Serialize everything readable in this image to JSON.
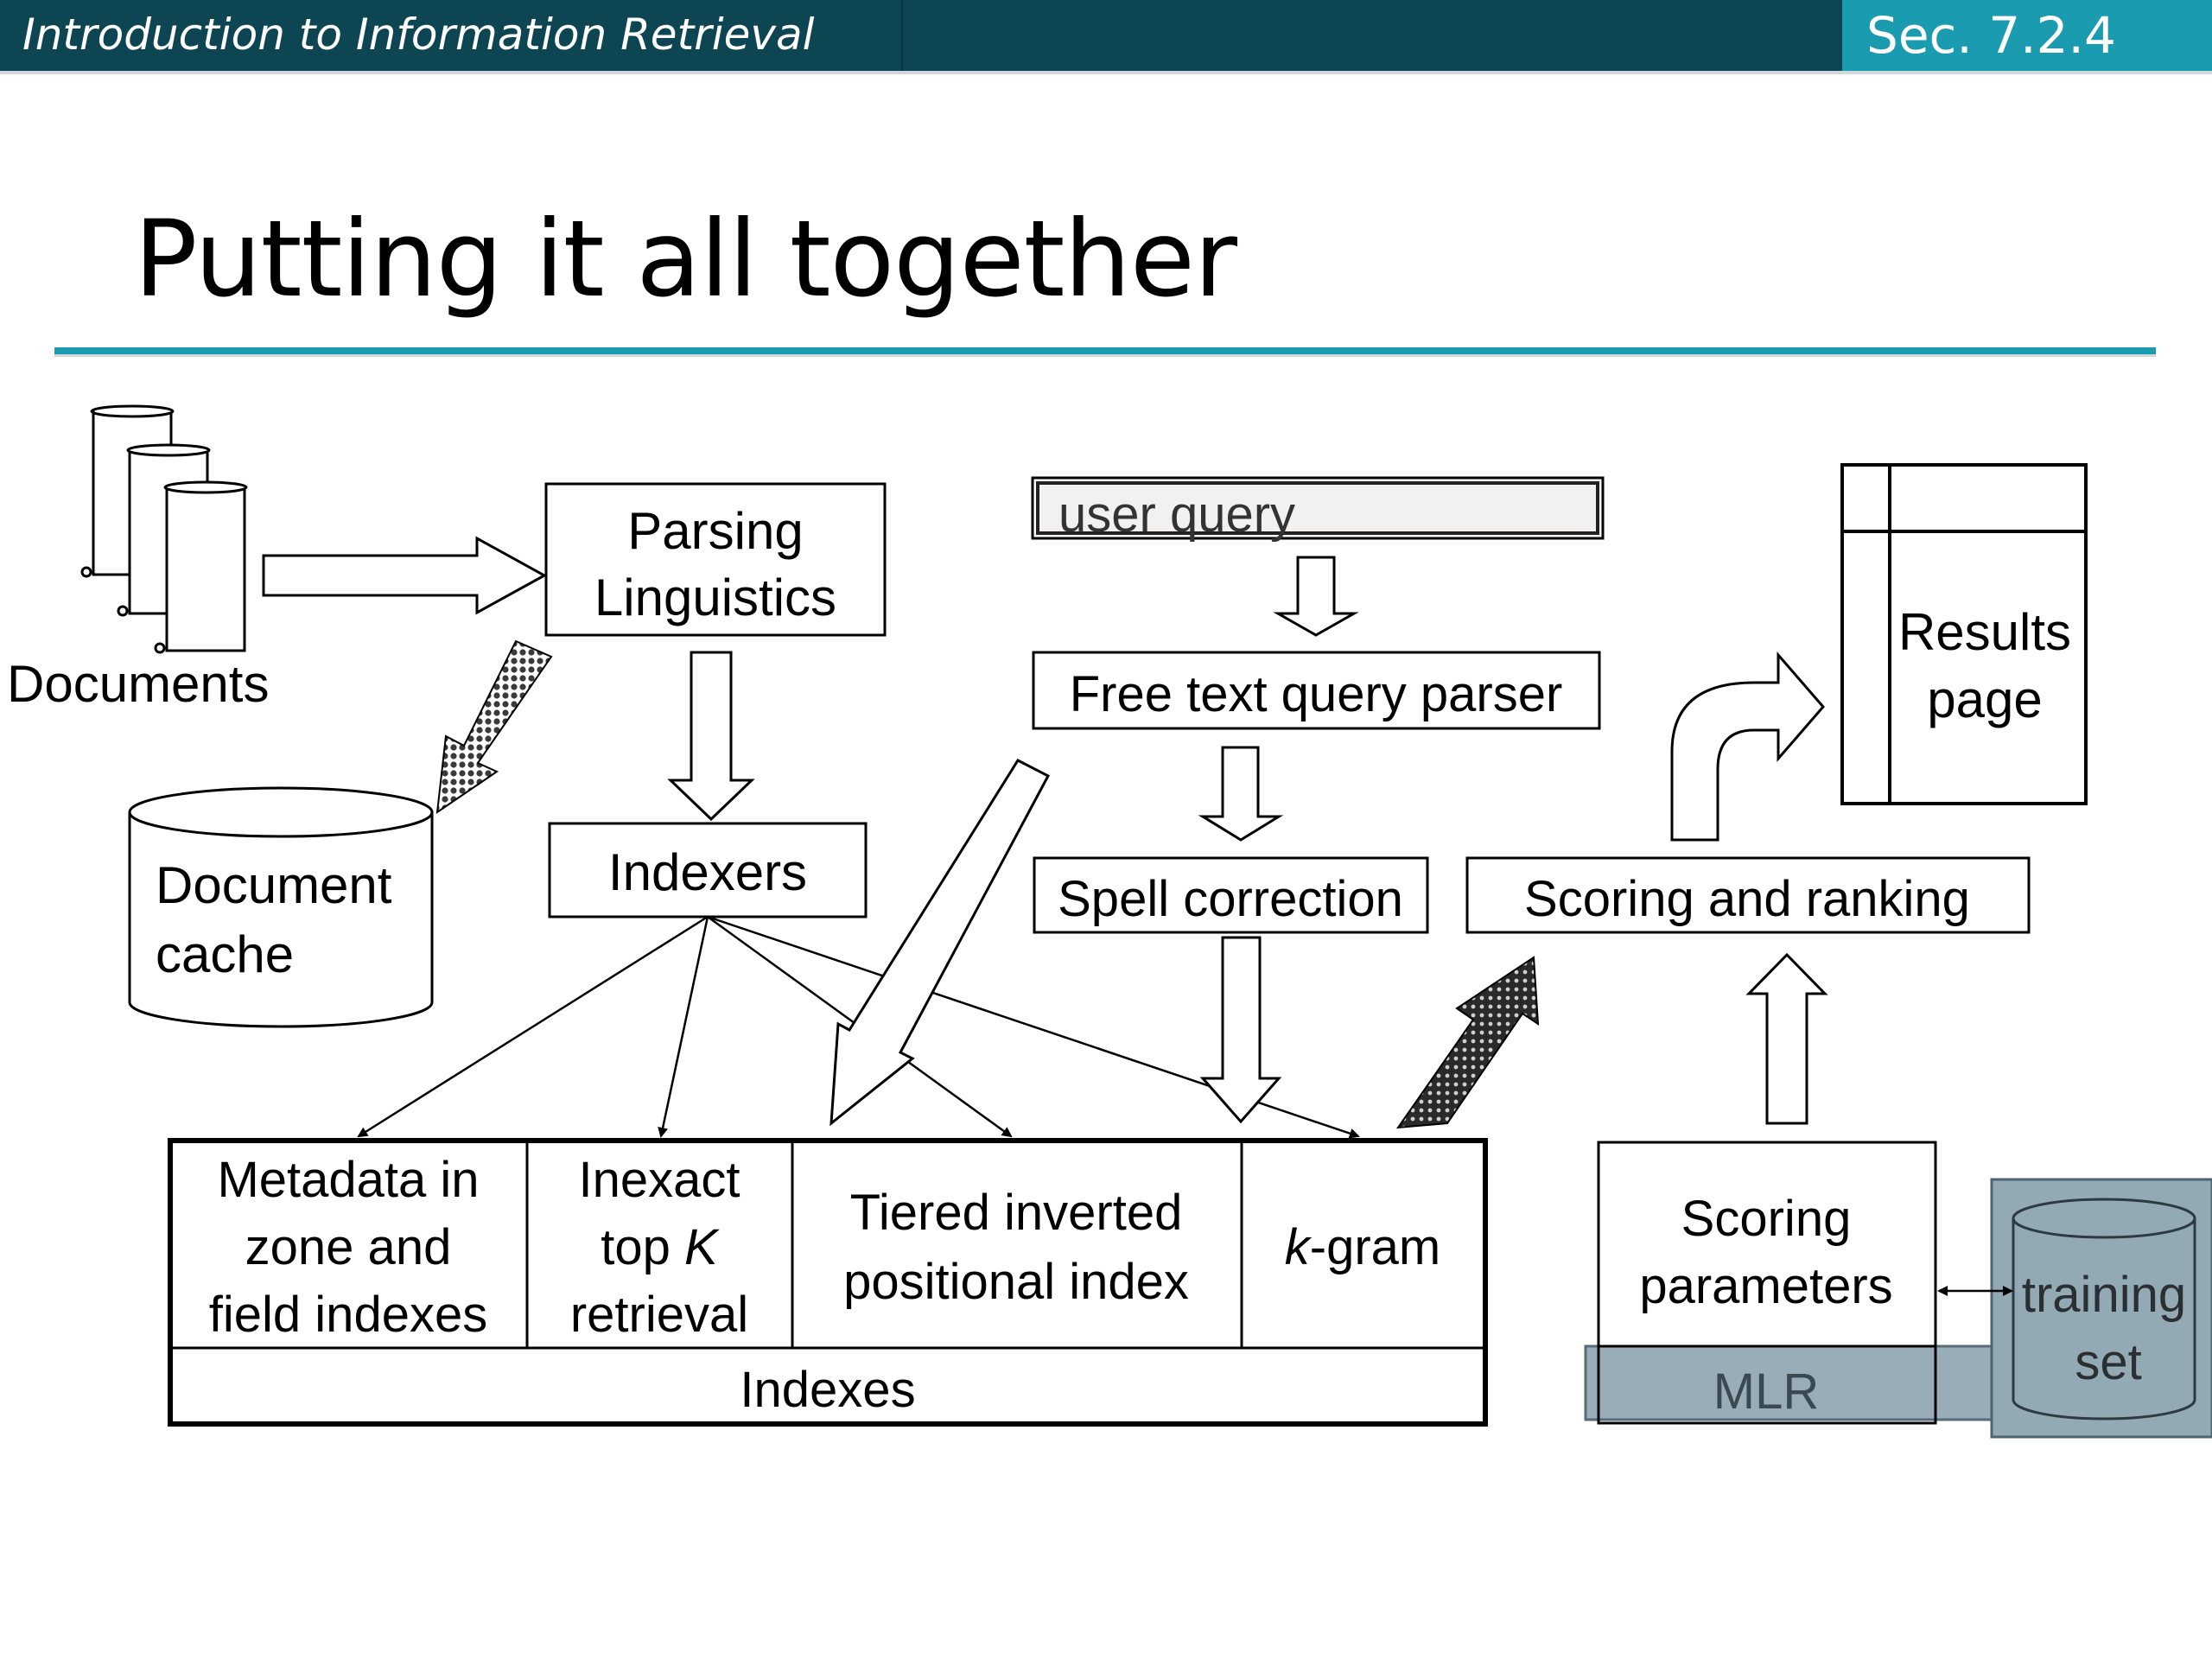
{
  "header": {
    "course_title": "Introduction to Information Retrieval",
    "section": "Sec. 7.2.4"
  },
  "slide": {
    "title": "Putting it all together"
  },
  "diagram": {
    "documents_label": "Documents",
    "parsing_line1": "Parsing",
    "parsing_line2": "Linguistics",
    "document_cache_line1": "Document",
    "document_cache_line2": "cache",
    "indexers": "Indexers",
    "user_query": "user query",
    "free_text_query_parser": "Free text query parser",
    "spell_correction": "Spell correction",
    "scoring_and_ranking": "Scoring and ranking",
    "results_line1": "Results",
    "results_line2": "page",
    "index_metadata": [
      "Metadata in",
      "zone and",
      "field indexes"
    ],
    "index_inexact": [
      "Inexact",
      "top ",
      "K",
      "retrieval"
    ],
    "index_tiered": [
      "Tiered inverted",
      "positional index"
    ],
    "index_kgram_k": "k",
    "index_kgram_rest": "-gram",
    "indexes_label": "Indexes",
    "scoring_params_line1": "Scoring",
    "scoring_params_line2": "parameters",
    "mlr": "MLR",
    "training_line1": "training",
    "training_line2": "set"
  },
  "colors": {
    "header_bg": "#0e4553",
    "section_bg": "#1a9bb0",
    "rule": "#1a9bb0",
    "mlr_fill": "#93a9b4",
    "training_fill": "#93a9b4"
  }
}
